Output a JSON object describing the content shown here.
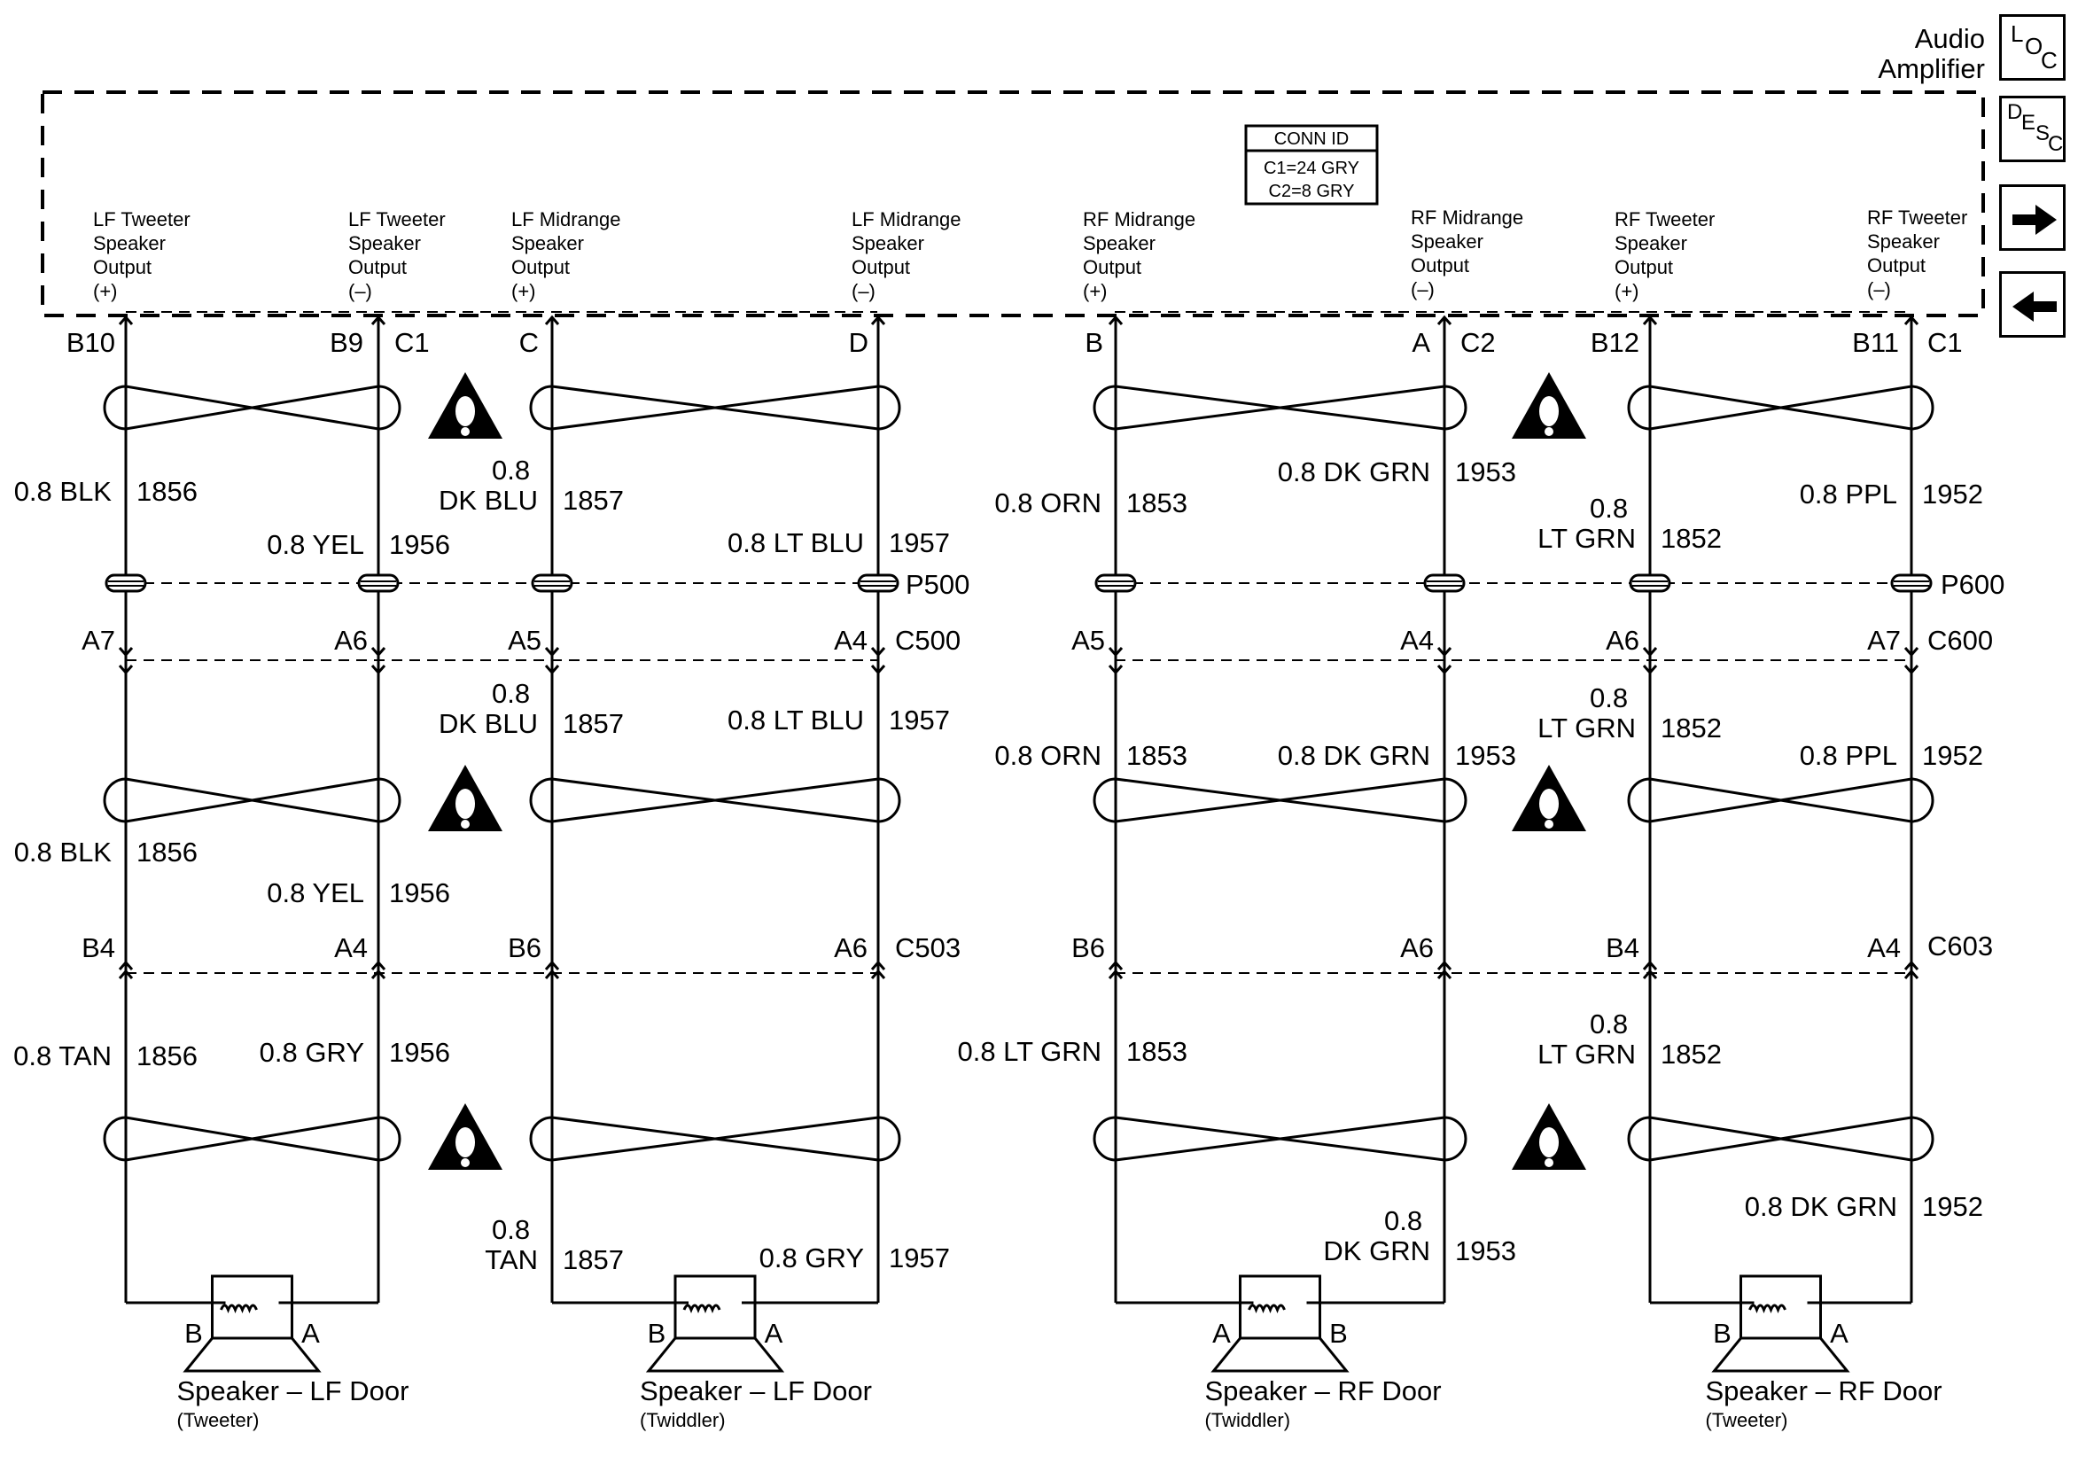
{
  "title": "Audio Amplifier",
  "title_lines": [
    "Audio",
    "Amplifier"
  ],
  "nav": {
    "loc": [
      "L",
      "O",
      "C"
    ],
    "desc": [
      "D",
      "E",
      "S",
      "C"
    ],
    "next": "next-arrow",
    "prev": "prev-arrow"
  },
  "conn_id": {
    "header": "CONN ID",
    "lines": [
      "C1=24 GRY",
      "C2=8 GRY"
    ]
  },
  "outputs": [
    {
      "lines": [
        "LF Tweeter",
        "Speaker",
        "Output",
        "(+)"
      ]
    },
    {
      "lines": [
        "LF Tweeter",
        "Speaker",
        "Output",
        "(–)"
      ]
    },
    {
      "lines": [
        "LF Midrange",
        "Speaker",
        "Output",
        "(+)"
      ]
    },
    {
      "lines": [
        "LF Midrange",
        "Speaker",
        "Output",
        "(–)"
      ]
    },
    {
      "lines": [
        "RF Midrange",
        "Speaker",
        "Output",
        "(+)"
      ]
    },
    {
      "lines": [
        "RF Midrange",
        "Speaker",
        "Output",
        "(–)"
      ]
    },
    {
      "lines": [
        "RF Tweeter",
        "Speaker",
        "Output",
        "(+)"
      ]
    },
    {
      "lines": [
        "RF Tweeter",
        "Speaker",
        "Output",
        "(–)"
      ]
    }
  ],
  "pins_top": [
    "B10",
    "B9",
    "C1",
    "C",
    "D",
    "B",
    "A",
    "C2",
    "B12",
    "B11",
    "C1"
  ],
  "connectors": [
    "P500",
    "C500",
    "C503",
    "P600",
    "C600",
    "C603"
  ],
  "pins_mid": [
    "A7",
    "A6",
    "A5",
    "A4",
    "A5",
    "A4",
    "A6",
    "A7"
  ],
  "pins_low": [
    "B4",
    "A4",
    "B6",
    "A6",
    "B6",
    "A6",
    "B4",
    "A4"
  ],
  "wires": {
    "seg1": [
      [
        "0.8 BLK",
        "1856"
      ],
      [
        "0.8 YEL",
        "1956"
      ],
      [
        "0.8",
        "DK BLU",
        "1857"
      ],
      [
        "0.8 LT BLU",
        "1957"
      ],
      [
        "0.8 ORN",
        "1853"
      ],
      [
        "0.8 DK GRN",
        "1953"
      ],
      [
        "0.8",
        "LT GRN",
        "1852"
      ],
      [
        "0.8 PPL",
        "1952"
      ]
    ],
    "seg2": [
      [
        "0.8 BLK",
        "1856"
      ],
      [
        "0.8 YEL",
        "1956"
      ],
      [
        "0.8",
        "DK BLU",
        "1857"
      ],
      [
        "0.8 LT BLU",
        "1957"
      ],
      [
        "0.8 ORN",
        "1853"
      ],
      [
        "0.8 DK GRN",
        "1953"
      ],
      [
        "0.8",
        "LT GRN",
        "1852"
      ],
      [
        "0.8 PPL",
        "1952"
      ]
    ],
    "seg3": [
      [
        "0.8 TAN",
        "1856"
      ],
      [
        "0.8 GRY",
        "1956"
      ],
      [
        "0.8",
        "TAN",
        "1857"
      ],
      [
        "0.8 GRY",
        "1957"
      ],
      [
        "0.8 LT GRN",
        "1853"
      ],
      [
        "0.8",
        "DK GRN",
        "1953"
      ],
      [
        "0.8",
        "LT GRN",
        "1852"
      ],
      [
        "0.8 DK GRN",
        "1952"
      ]
    ]
  },
  "speakers": [
    {
      "name": "Speaker – LF Door",
      "type": "(Tweeter)",
      "left_pin": "B",
      "right_pin": "A"
    },
    {
      "name": "Speaker – LF Door",
      "type": "(Twiddler)",
      "left_pin": "B",
      "right_pin": "A"
    },
    {
      "name": "Speaker – RF Door",
      "type": "(Twiddler)",
      "left_pin": "A",
      "right_pin": "B"
    },
    {
      "name": "Speaker – RF Door",
      "type": "(Tweeter)",
      "left_pin": "B",
      "right_pin": "A"
    }
  ],
  "warning_icon": "warning-icon"
}
